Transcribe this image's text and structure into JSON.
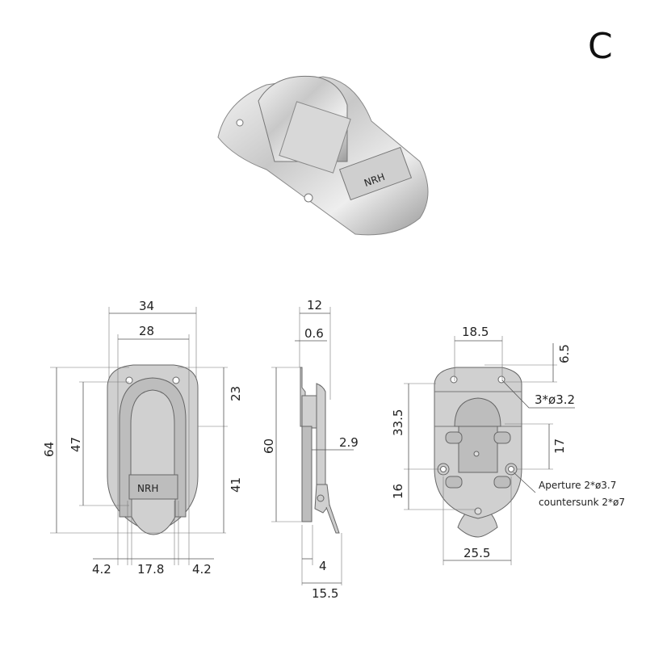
{
  "variant_label": "C",
  "product": {
    "logo_text": "NRH"
  },
  "front_view": {
    "width_outer": "34",
    "width_inner": "28",
    "height_total": "64",
    "height_hole_span": "47",
    "upper_height": "23",
    "lower_height": "41",
    "left_offset": "4.2",
    "center_width": "17.8",
    "right_offset": "4.2"
  },
  "side_view": {
    "depth_total": "12",
    "plate_thickness": "0.6",
    "height": "60",
    "lever_offset": "2.9",
    "base_depth": "4",
    "depth_open": "15.5"
  },
  "back_view": {
    "hole_spacing_top": "18.5",
    "top_hole_offset": "6.5",
    "top_holes_note": "3*ø3.2",
    "upper_span": "33.5",
    "mid_span": "17",
    "lower_span": "16",
    "aperture_note": "Aperture 2*ø3.7",
    "countersunk_note": "countersunk 2*ø7",
    "bottom_hole_spacing": "25.5"
  }
}
